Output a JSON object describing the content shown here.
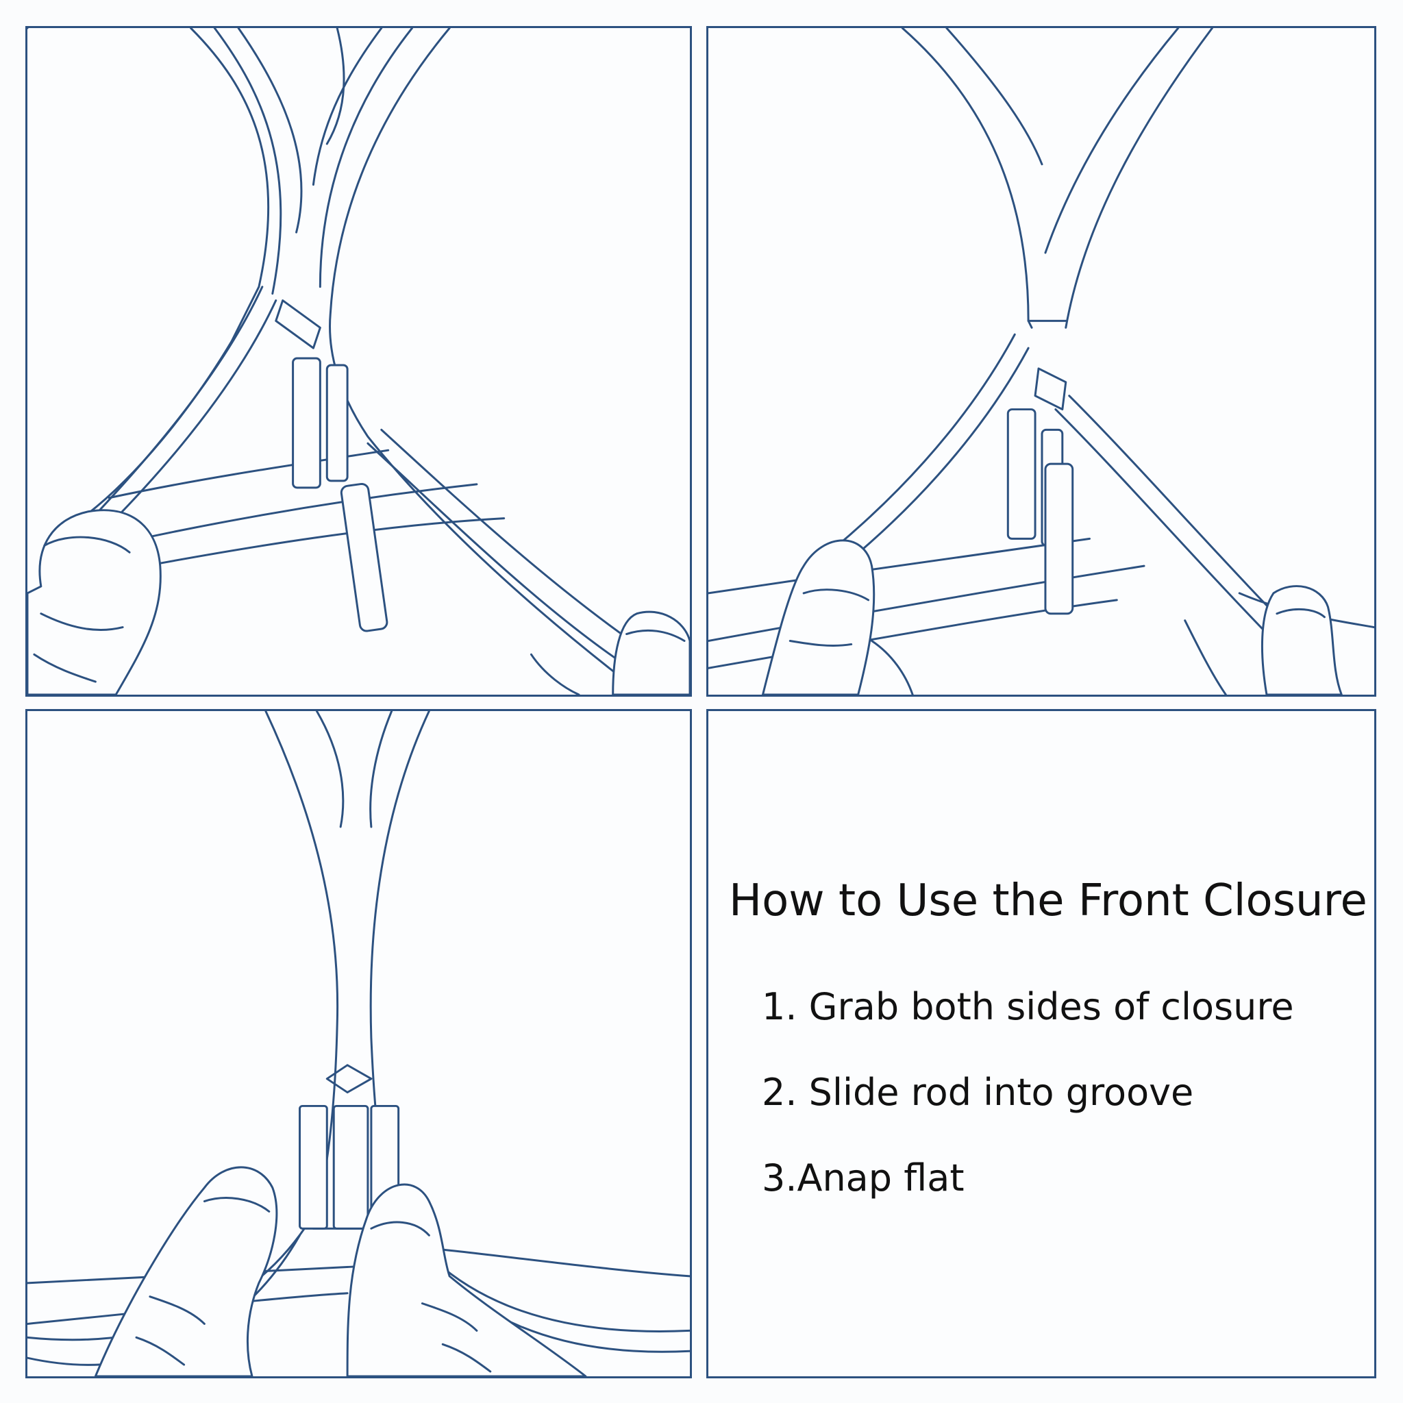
{
  "instructions": {
    "title": "How to Use the Front Closure",
    "steps": [
      "1. Grab both sides of closure",
      "2. Slide rod into groove",
      "3.Anap flat"
    ]
  },
  "icons": {
    "panel1": "closure-open-hands-icon",
    "panel2": "closure-sliding-rod-icon",
    "panel3": "closure-snapped-flat-icon"
  },
  "colors": {
    "line": "#2c5180",
    "text": "#111111",
    "background": "#fcfdfe"
  }
}
